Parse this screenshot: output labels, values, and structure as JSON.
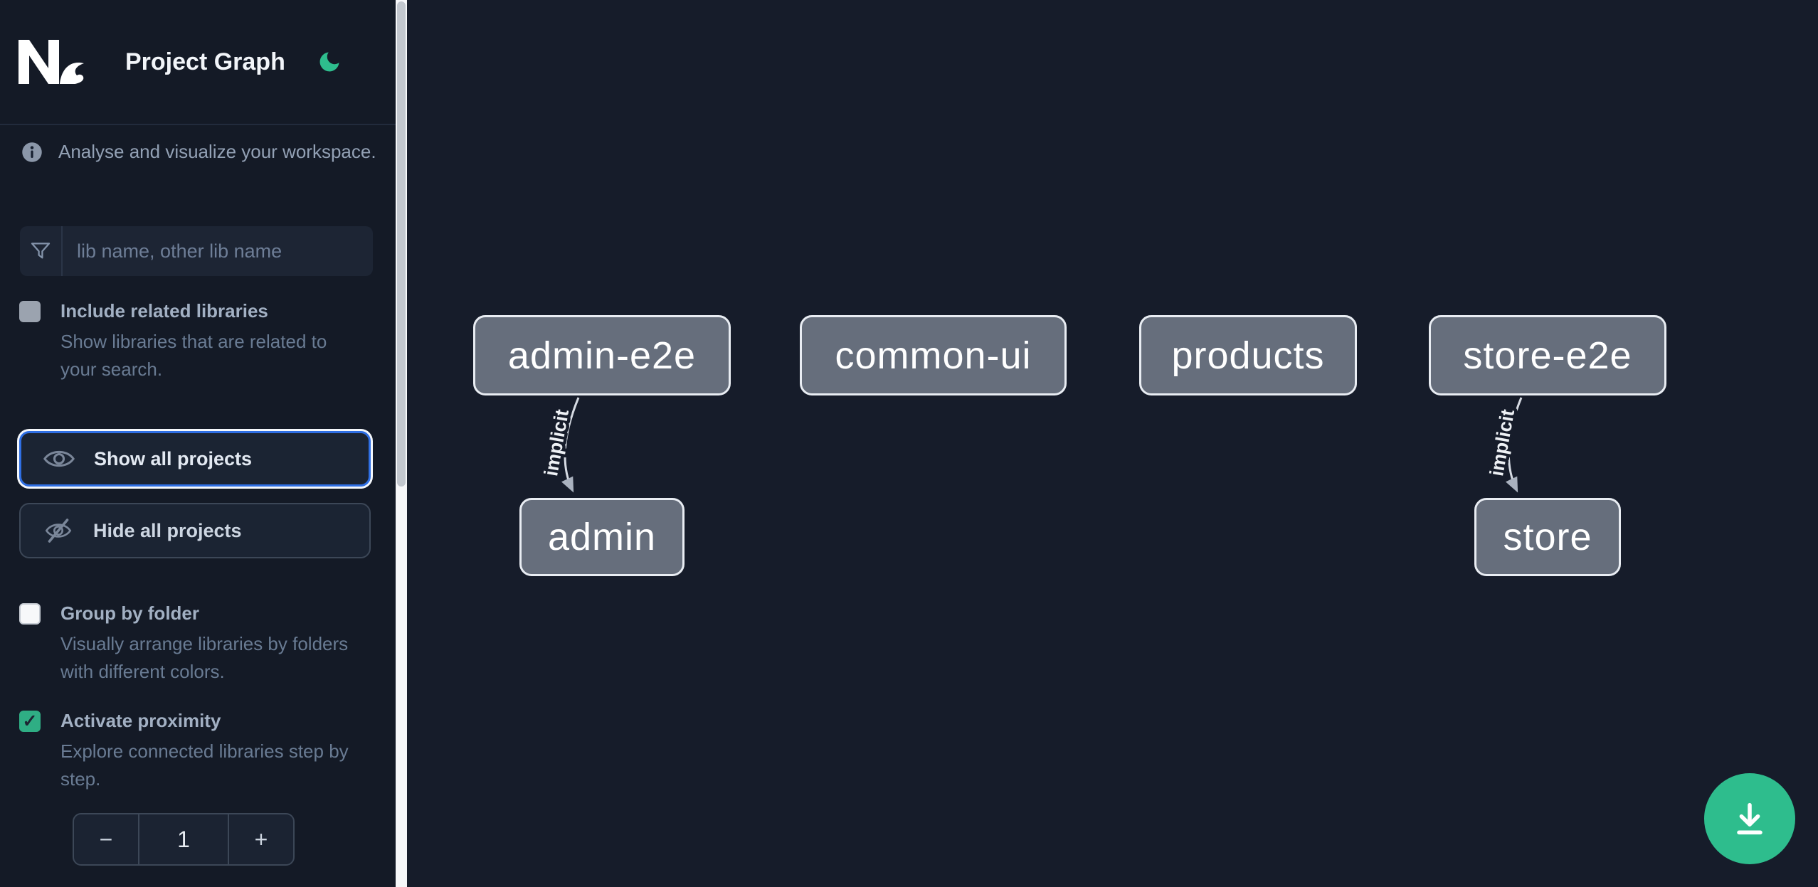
{
  "header": {
    "title": "Project Graph",
    "logo": "nx-logo",
    "theme_icon": "moon"
  },
  "sidebar": {
    "tagline": "Analyse and visualize your workspace.",
    "search": {
      "placeholder": "lib name, other lib name",
      "value": ""
    },
    "actions": [
      {
        "label": "Show all projects",
        "icon": "eye",
        "focused": true
      },
      {
        "label": "Hide all projects",
        "icon": "eye-off",
        "focused": false
      }
    ],
    "options": [
      {
        "label": "Include related libraries",
        "description": "Show libraries that are related to your search.",
        "checked": false
      },
      {
        "label": "Group by folder",
        "description": "Visually arrange libraries by folders with different colors.",
        "checked": false
      },
      {
        "label": "Activate proximity",
        "description": "Explore connected libraries step by step.",
        "checked": true
      }
    ],
    "proximity_stepper": {
      "decrement": "−",
      "value": "1",
      "increment": "+"
    }
  },
  "graph": {
    "nodes": [
      {
        "label": "admin-e2e"
      },
      {
        "label": "common-ui"
      },
      {
        "label": "products"
      },
      {
        "label": "store-e2e"
      },
      {
        "label": "admin"
      },
      {
        "label": "store"
      }
    ],
    "edges": [
      {
        "from": "admin-e2e",
        "to": "admin",
        "label": "implicit"
      },
      {
        "from": "store-e2e",
        "to": "store",
        "label": "implicit"
      }
    ]
  },
  "fab": {
    "icon": "download"
  },
  "colors": {
    "background": "#151b28",
    "accent_green": "#2ebd8d",
    "checkbox_green": "#2fae84",
    "focus_blue": "#2f6fe4",
    "node_fill": "#666e7c",
    "node_border": "#e9edf3",
    "edge": "#d6dbe3",
    "muted_text": "#93a1b5"
  }
}
